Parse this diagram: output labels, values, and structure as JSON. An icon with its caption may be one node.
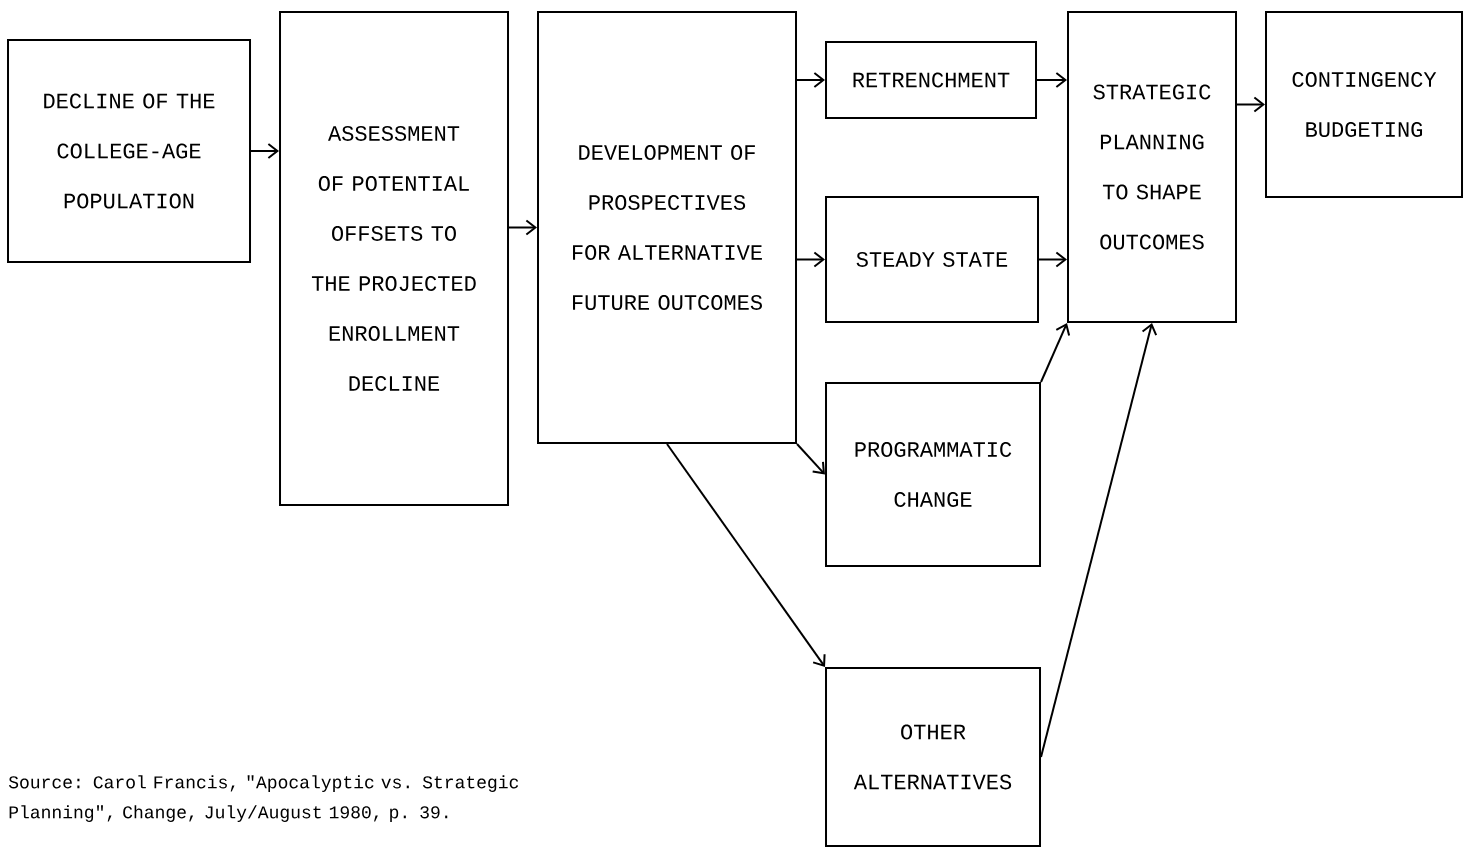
{
  "diagram": {
    "caption": "Source: Carol Francis, \"Apocalyptic vs. Strategic Planning\", Change, July/August 1980, p. 39.",
    "nodes": [
      {
        "text": [
          "DECLINE OF THE COLLEGE-AGE POPULATION"
        ]
      },
      {
        "text": [
          "ASSESSMENT OF POTENTIAL OFFSETS TO THE PROJECTED ENROLLMENT DECLINE"
        ]
      },
      {
        "text": [
          "DEVELOPMENT OF PROSPECTIVES FOR ALTERNATIVE FUTURE OUTCOMES"
        ]
      },
      {
        "text": [
          "RETRENCHMENT"
        ]
      },
      {
        "text": [
          "STEADY STATE"
        ]
      },
      {
        "text": [
          "PROGRAMMATIC CHANGE"
        ]
      },
      {
        "text": [
          "OTHER ALTERNATIVES"
        ]
      },
      {
        "text": [
          "STRATEGIC PLANNING TO SHAPE OUTCOMES"
        ]
      },
      {
        "text": [
          "CONTINGENCY BUDGETING"
        ]
      }
    ],
    "edges": [
      {
        "from": 0,
        "to": 1,
        "arrow": "to"
      },
      {
        "from": 1,
        "to": 2,
        "arrow": "to"
      },
      {
        "from": 2,
        "to": 3,
        "arrow": "to"
      },
      {
        "from": 2,
        "to": 4,
        "arrow": "to"
      },
      {
        "from": 2,
        "to": 5,
        "arrow": "to"
      },
      {
        "from": 2,
        "to": 6,
        "arrow": "to"
      },
      {
        "from": 3,
        "to": 7,
        "arrow": "to"
      },
      {
        "from": 4,
        "to": 7,
        "arrow": "to"
      },
      {
        "from": 5,
        "to": 7,
        "arrow": "to"
      },
      {
        "from": 6,
        "to": 7,
        "arrow": "to"
      },
      {
        "from": 7,
        "to": 8,
        "arrow": "to"
      }
    ]
  }
}
